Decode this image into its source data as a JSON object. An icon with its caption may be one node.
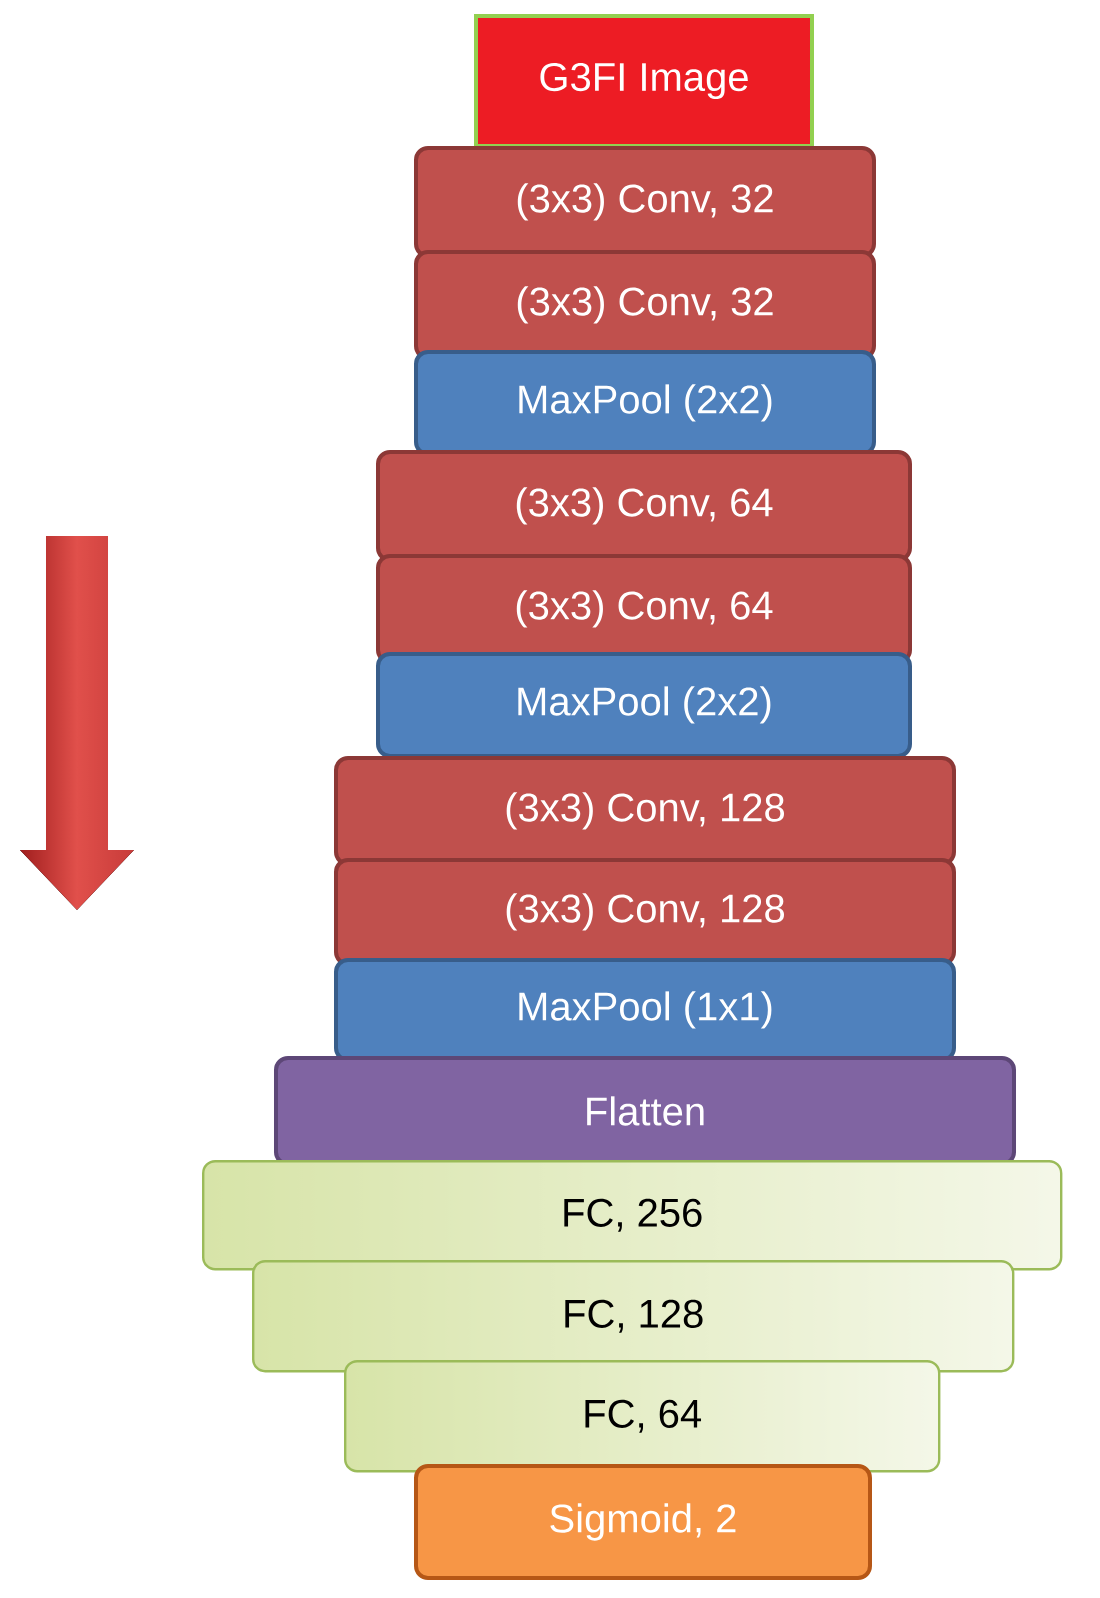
{
  "diagram": {
    "nodes": [
      {
        "text": [
          "G3FI Image"
        ]
      },
      {
        "text": [
          "(3x3) Conv, 32"
        ]
      },
      {
        "text": [
          "(3x3) Conv, 32"
        ]
      },
      {
        "text": [
          "MaxPool (2x2)"
        ]
      },
      {
        "text": [
          "(3x3) Conv, 64"
        ]
      },
      {
        "text": [
          "(3x3) Conv, 64"
        ]
      },
      {
        "text": [
          "MaxPool (2x2)"
        ]
      },
      {
        "text": [
          "(3x3) Conv, 128"
        ]
      },
      {
        "text": [
          "(3x3) Conv, 128"
        ]
      },
      {
        "text": [
          "MaxPool (1x1)"
        ]
      },
      {
        "text": [
          "Flatten"
        ]
      },
      {
        "text": [
          "FC, 256"
        ]
      },
      {
        "text": [
          "FC, 128"
        ]
      },
      {
        "text": [
          "FC, 64"
        ]
      },
      {
        "text": [
          "Sigmoid, 2"
        ]
      }
    ],
    "edges": []
  }
}
